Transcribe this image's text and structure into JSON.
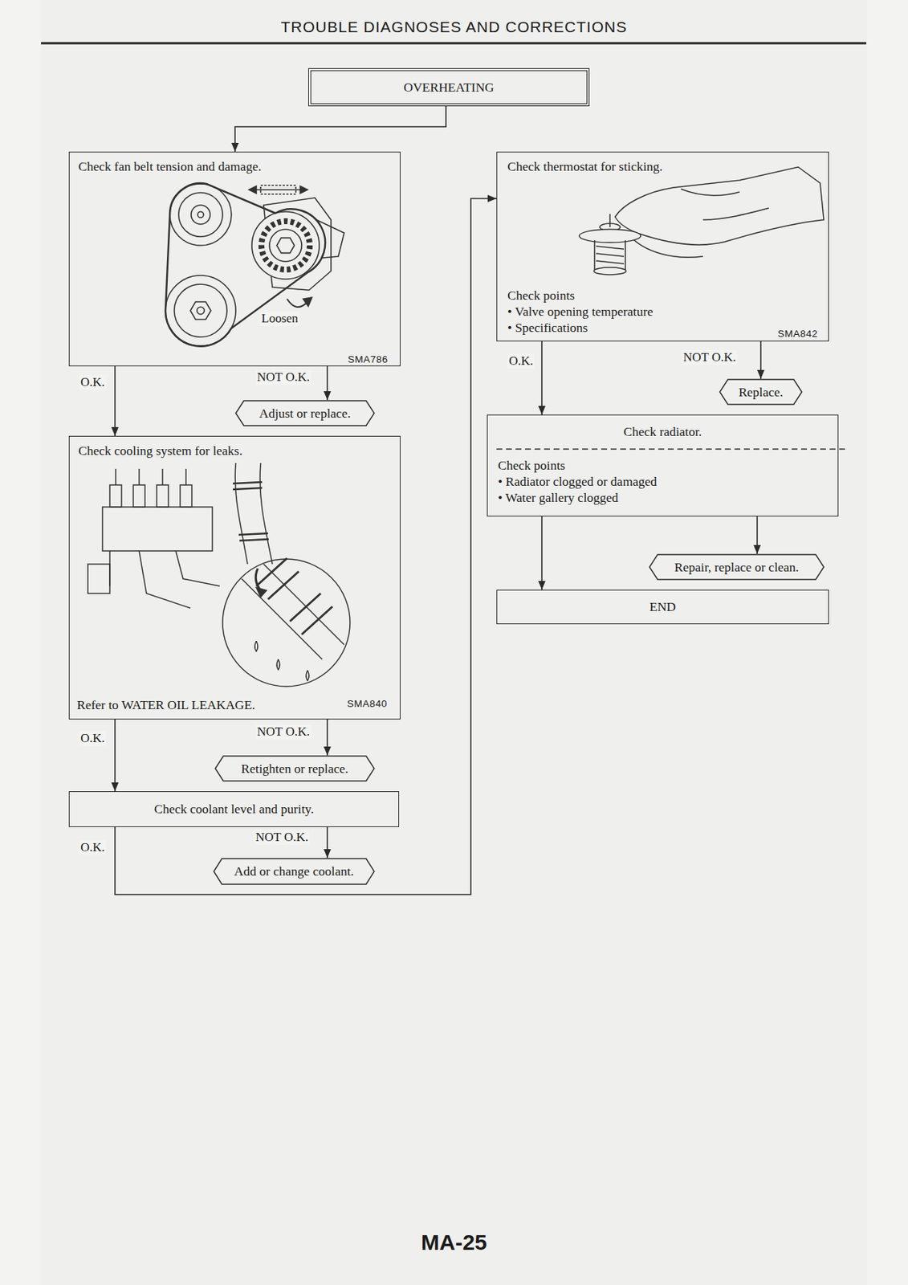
{
  "diagram": {
    "title": "TROUBLE DIAGNOSES AND CORRECTIONS",
    "nodes": [
      {
        "text": [
          "OVERHEATING"
        ]
      },
      {
        "text": [
          "Check fan belt tension and damage."
        ]
      },
      {
        "text": [
          "Adjust or replace."
        ]
      },
      {
        "text": [
          "Check cooling system for leaks.",
          "Refer to WATER OIL LEAKAGE."
        ]
      },
      {
        "text": [
          "Retighten or replace."
        ]
      },
      {
        "text": [
          "Check coolant level and purity."
        ]
      },
      {
        "text": [
          "Add or change coolant."
        ]
      },
      {
        "text": [
          "Check thermostat for sticking.",
          "Check points",
          "• Valve opening temperature",
          "• Specifications"
        ]
      },
      {
        "text": [
          "Replace."
        ]
      },
      {
        "text": [
          "Check radiator.",
          "Check points",
          "• Radiator clogged or damaged",
          "• Water gallery clogged"
        ]
      },
      {
        "text": [
          "Repair, replace or clean."
        ]
      },
      {
        "text": [
          "END"
        ]
      }
    ],
    "edges": [
      {
        "from": 0,
        "to": 1,
        "arrow": "to"
      },
      {
        "from": 1,
        "to": 2,
        "arrow": "to",
        "label": "NOT O.K."
      },
      {
        "from": 1,
        "to": 3,
        "arrow": "to",
        "label": "O.K."
      },
      {
        "from": 3,
        "to": 4,
        "arrow": "to",
        "label": "NOT O.K."
      },
      {
        "from": 3,
        "to": 5,
        "arrow": "to",
        "label": "O.K."
      },
      {
        "from": 5,
        "to": 6,
        "arrow": "to",
        "label": "NOT O.K."
      },
      {
        "from": 5,
        "to": 7,
        "arrow": "to",
        "label": "O.K."
      },
      {
        "from": 7,
        "to": 8,
        "arrow": "to",
        "label": "NOT O.K."
      },
      {
        "from": 7,
        "to": 9,
        "arrow": "to",
        "label": "O.K."
      },
      {
        "from": 9,
        "to": 10,
        "arrow": "to"
      },
      {
        "from": 9,
        "to": 11,
        "arrow": "to"
      }
    ],
    "labels": [
      "Loosen",
      "SMA786",
      "SMA840",
      "SMA842",
      "MA-25"
    ]
  }
}
